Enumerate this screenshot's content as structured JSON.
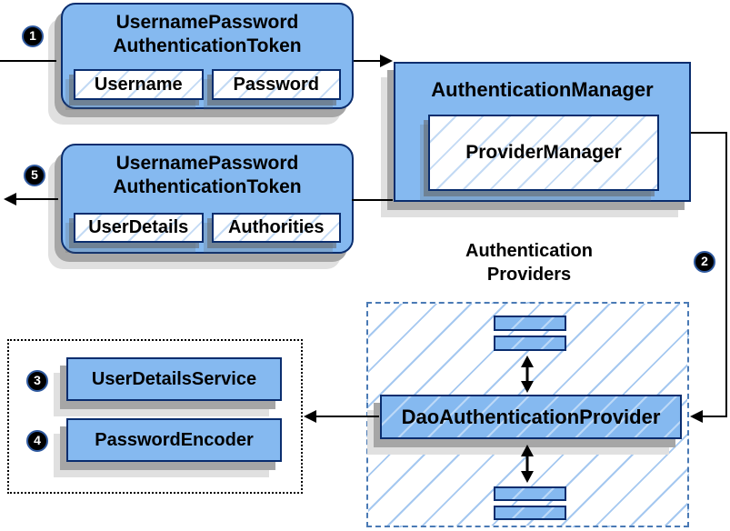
{
  "steps": {
    "s1": "1",
    "s2": "2",
    "s3": "3",
    "s4": "4",
    "s5": "5"
  },
  "request_token": {
    "title_line1": "UsernamePassword",
    "title_line2": "AuthenticationToken",
    "fields": [
      "Username",
      "Password"
    ]
  },
  "authentication_manager": {
    "title": "AuthenticationManager",
    "inner": "ProviderManager"
  },
  "response_token": {
    "title_line1": "UsernamePassword",
    "title_line2": "AuthenticationToken",
    "fields": [
      "UserDetails",
      "Authorities"
    ]
  },
  "providers": {
    "label_line1": "Authentication",
    "label_line2": "Providers",
    "main_provider": "DaoAuthenticationProvider"
  },
  "services": {
    "user_details_service": "UserDetailsService",
    "password_encoder": "PasswordEncoder"
  },
  "colors": {
    "box_fill": "#85b9f0",
    "box_border": "#0a2d6e",
    "hatch_line": "#a5c8f0",
    "dashed_border": "#4a7ab5",
    "dotted_border": "#000000",
    "shadow_dark": "#a6a6a6",
    "shadow_light": "#e0e0e0",
    "arrow": "#000000",
    "badge_bg": "#000000",
    "badge_text": "#ffffff"
  }
}
